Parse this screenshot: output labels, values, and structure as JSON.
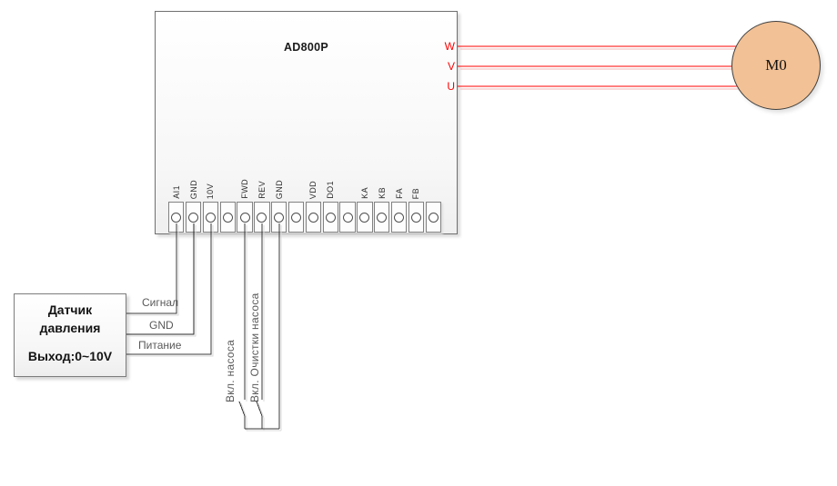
{
  "diagram": {
    "inverter": {
      "title": "AD800P"
    },
    "outputs": [
      {
        "label": "W"
      },
      {
        "label": "V"
      },
      {
        "label": "U"
      }
    ],
    "motor": {
      "label": "M0"
    },
    "terminals": [
      {
        "label": "AI1"
      },
      {
        "label": "GND"
      },
      {
        "label": "10V"
      },
      {
        "label": ""
      },
      {
        "label": "FWD"
      },
      {
        "label": "REV"
      },
      {
        "label": "GND"
      },
      {
        "label": ""
      },
      {
        "label": "VDD"
      },
      {
        "label": "DO1"
      },
      {
        "label": ""
      },
      {
        "label": "KA"
      },
      {
        "label": "KB"
      },
      {
        "label": "FA"
      },
      {
        "label": "FB"
      },
      {
        "label": ""
      }
    ],
    "sensor": {
      "title_line1": "Датчик",
      "title_line2": "давления",
      "output_line": "Выход:0~10V"
    },
    "sensor_wires": [
      {
        "label": "Сигнал"
      },
      {
        "label": "GND"
      },
      {
        "label": "Питание"
      }
    ],
    "switch_labels": [
      {
        "label": "Вкл. насоса"
      },
      {
        "label": "Вкл. Очистки насоса"
      }
    ],
    "colors": {
      "wire_red": "#FF0000",
      "motor_fill": "#F2C195",
      "wire_dark": "#383838",
      "label_gray": "#595959"
    }
  }
}
